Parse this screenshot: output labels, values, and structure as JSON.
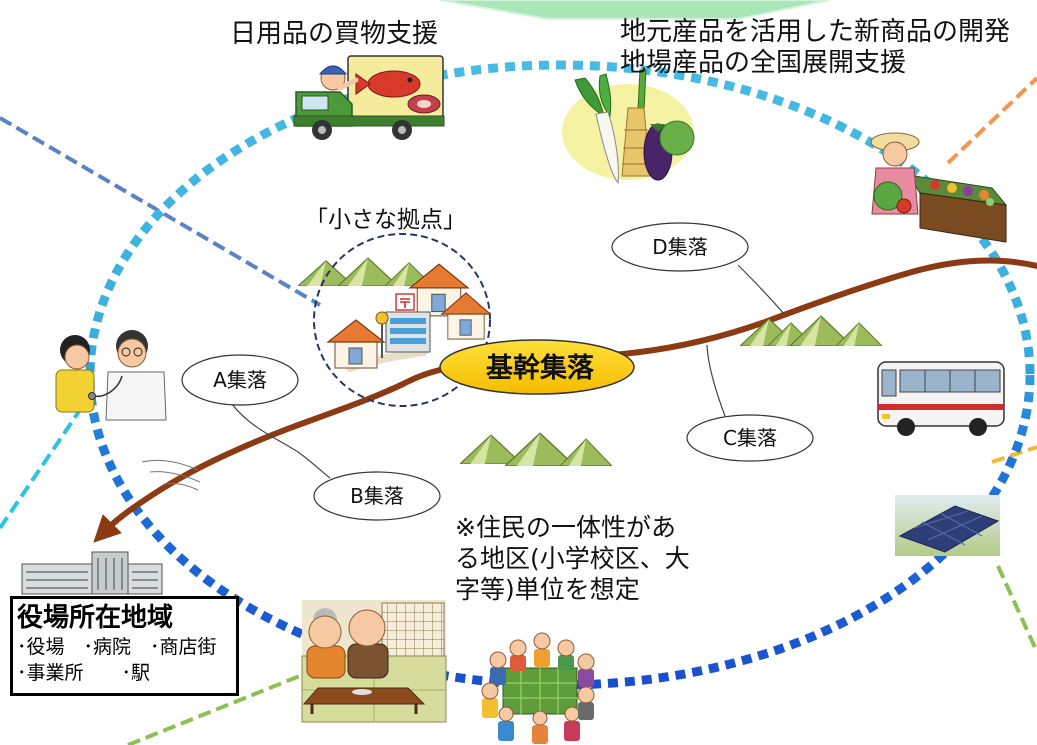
{
  "top_labels": {
    "shopping_support": "日用品の買物支援",
    "new_product_development": "地元産品を活用した新商品の開発",
    "nationwide_expansion": "地場産品の全国展開支援"
  },
  "small_hub": {
    "label": "「小さな拠点」"
  },
  "core_village": {
    "label": "基幹集落"
  },
  "villages": {
    "a": "A集落",
    "b": "B集落",
    "c": "C集落",
    "d": "D集落"
  },
  "note": {
    "lines": [
      "※住民の一体性があ",
      "る地区(小学校区、大",
      "字等)単位を想定"
    ]
  },
  "town_area": {
    "title": "役場所在地域",
    "lines": [
      "･役場　･病院　･商店街",
      "･事業所　　･駅"
    ]
  },
  "colors": {
    "core_village_fill": "#ffd400",
    "road": "#8b3a14",
    "area_ring_upper": "#47bbe3",
    "area_ring_lower": "#1a4fcf",
    "hub_ring": "#2a3566"
  }
}
